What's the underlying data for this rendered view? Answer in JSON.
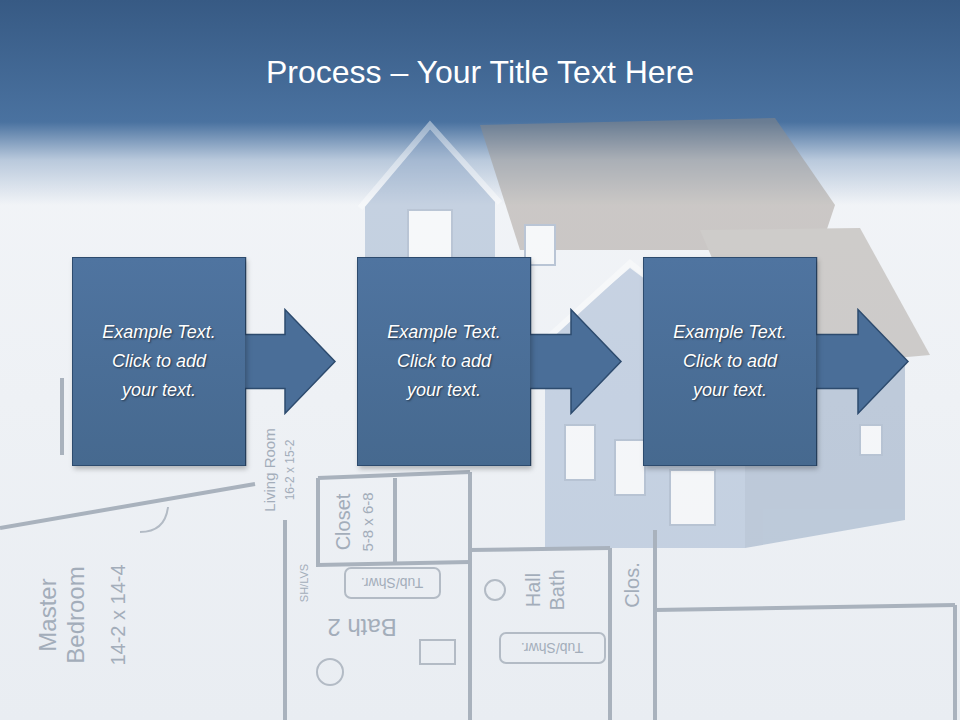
{
  "diagram": {
    "title": "Process – Your Title Text Here",
    "nodes": [
      {
        "text": [
          "Example Text. Click to add your text."
        ]
      },
      {
        "text": [
          "Example Text. Click to add your text."
        ]
      },
      {
        "text": [
          "Example Text. Click to add your text."
        ]
      }
    ],
    "edges": [
      {
        "from": 0,
        "to": 1,
        "arrow": "to"
      },
      {
        "from": 1,
        "to": 2,
        "arrow": "to"
      }
    ],
    "labels": [
      "Master Bedroom",
      "14-2 x 14-4",
      "Living Room",
      "16-2 x 15-2",
      "Closet",
      "5-8 x 6-8",
      "SH/LVS",
      "Tub/Shwr.",
      "Bath 2",
      "Hall Bath",
      "Clos.",
      "Tub/Shwr."
    ]
  }
}
